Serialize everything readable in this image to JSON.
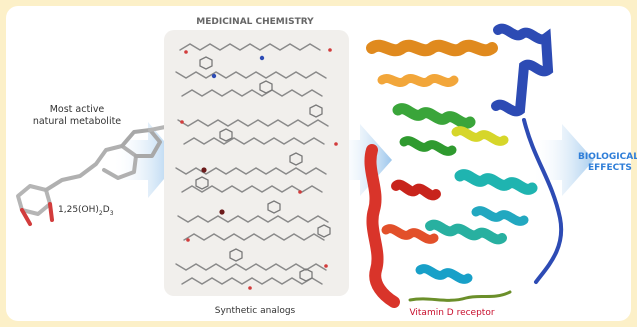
{
  "title": "MEDICINAL CHEMISTRY",
  "natural_label": {
    "line1": "Most active",
    "line2": "natural metabolite"
  },
  "formula": {
    "a": "1,25(OH)",
    "b": "2",
    "c": "D",
    "d": "3"
  },
  "synthetic_label": "Synthetic analogs",
  "receptor_label": "Vitamin D receptor",
  "effects_label": {
    "line1": "BIOLOGICAL",
    "line2": "EFFECTS"
  },
  "colors": {
    "background": "#fcf0c8",
    "panel": "#f1efec",
    "arrow": "#bcd9f2",
    "receptor_label": "#c8102e",
    "effects_label": "#2f7ed8"
  }
}
